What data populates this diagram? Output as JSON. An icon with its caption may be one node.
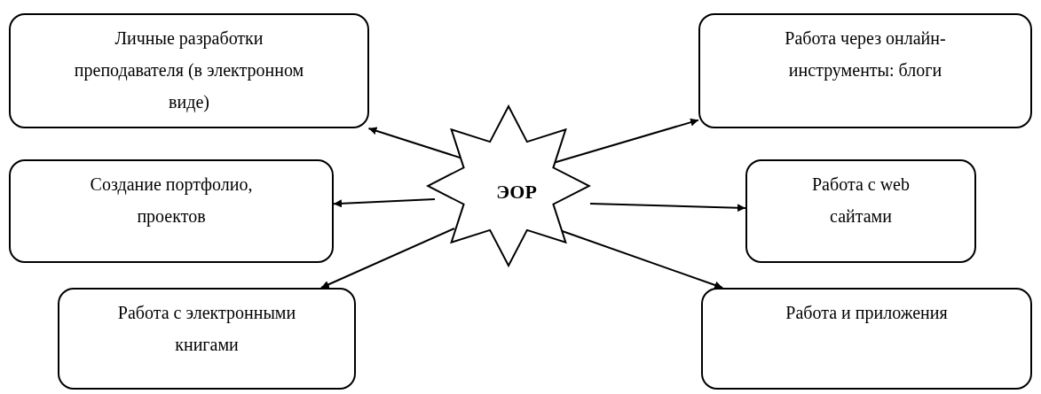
{
  "diagram": {
    "nodes": [
      {
        "text": [
          "ЭОР"
        ]
      },
      {
        "text": [
          "Личные разработки преподавателя (в электронном виде)"
        ]
      },
      {
        "text": [
          "Работа через онлайн-инструменты: блоги"
        ]
      },
      {
        "text": [
          "Создание портфолио, проектов"
        ]
      },
      {
        "text": [
          "Работа с web сайтами"
        ]
      },
      {
        "text": [
          "Работа с электронными книгами"
        ]
      },
      {
        "text": [
          "Работа и приложения"
        ]
      }
    ],
    "edges": [
      {
        "from": 0,
        "to": 1,
        "arrow": "to"
      },
      {
        "from": 0,
        "to": 2,
        "arrow": "to"
      },
      {
        "from": 0,
        "to": 3,
        "arrow": "to"
      },
      {
        "from": 0,
        "to": 4,
        "arrow": "to"
      },
      {
        "from": 0,
        "to": 5,
        "arrow": "to"
      },
      {
        "from": 0,
        "to": 6,
        "arrow": "to"
      }
    ]
  }
}
